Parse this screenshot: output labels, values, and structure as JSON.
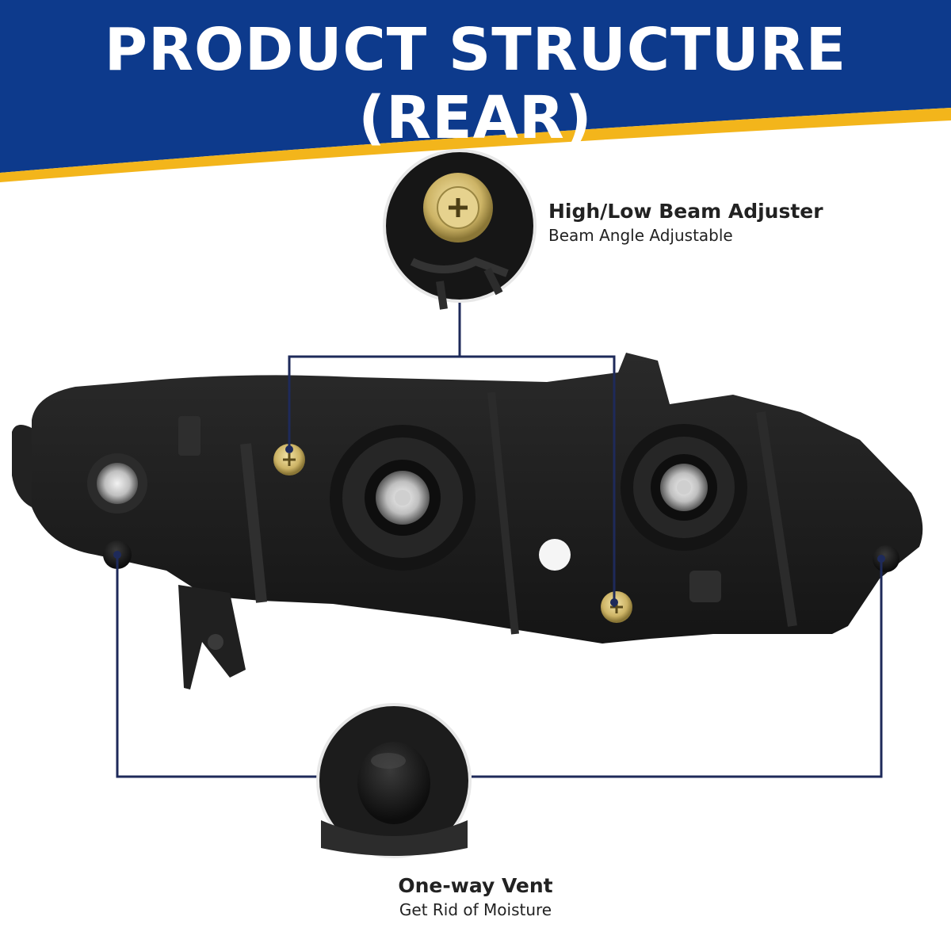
{
  "banner": {
    "title": "PRODUCT STRUCTURE (REAR)",
    "colors": {
      "navy": "#0d3a8c",
      "gold": "#f3b51b"
    }
  },
  "callouts": {
    "adjuster": {
      "title": "High/Low Beam Adjuster",
      "subtitle": "Beam Angle Adjustable"
    },
    "vent": {
      "title": "One-way Vent",
      "subtitle": "Get Rid of Moisture"
    }
  },
  "colors": {
    "line": "#1e2a5a",
    "housing": "#1c1c1c",
    "brass": "#d7c07a"
  },
  "icons": {
    "adjuster_detail": "adjuster-screw-icon",
    "vent_detail": "vent-cap-icon"
  }
}
